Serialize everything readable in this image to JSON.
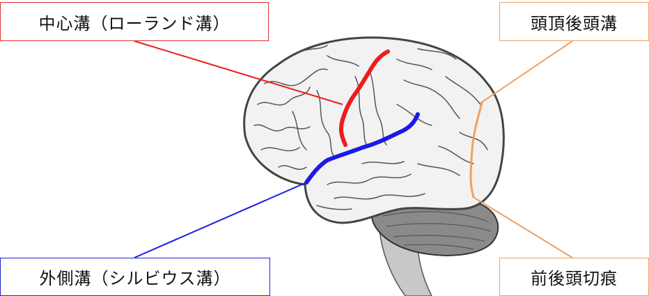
{
  "labels": {
    "central_sulcus": "中心溝（ローランド溝）",
    "lateral_sulcus": "外側溝（シルビウス溝）",
    "parieto_occipital_sulcus": "頭頂後頭溝",
    "preoccipital_notch": "前後頭切痕"
  },
  "colors": {
    "central": "#ee1c1c",
    "lateral": "#1a1ae6",
    "occipital": "#f0a060",
    "brain_outline": "#444444",
    "brain_fill": "#f2f2f2",
    "cerebellum_fill": "#8a8a8a"
  },
  "icons": {
    "brain": "brain-illustration-icon"
  }
}
